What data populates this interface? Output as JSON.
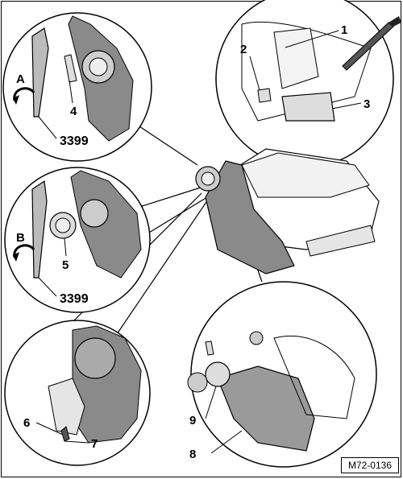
{
  "figure": {
    "reference": "M72-0136",
    "callouts": {
      "c1": "1",
      "c2": "2",
      "c3": "3",
      "c4": "4",
      "c5": "5",
      "c6": "6",
      "c7": "7",
      "c8": "8",
      "c9": "9",
      "letter_a": "A",
      "letter_b": "B",
      "tool_top": "3399",
      "tool_mid": "3399"
    },
    "icons": {
      "arrow_a": "curved-arrow-icon",
      "arrow_b": "curved-arrow-icon",
      "screwdriver": "screwdriver-icon"
    }
  }
}
